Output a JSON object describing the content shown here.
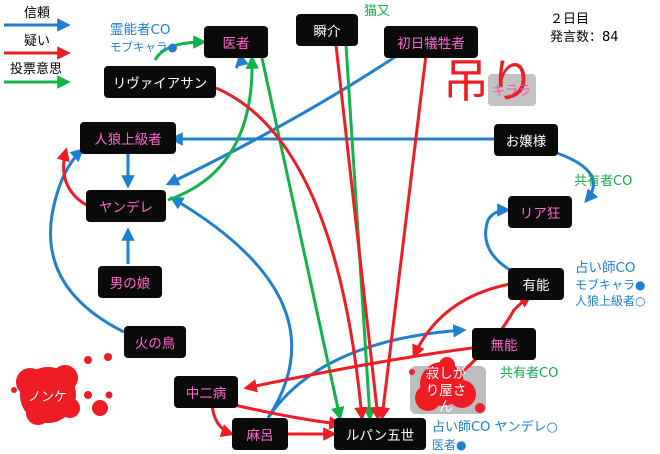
{
  "legend": [
    {
      "label": "信頼",
      "color": "#1f7fd0"
    },
    {
      "label": "疑い",
      "color": "#ee1c24"
    },
    {
      "label": "投票意思",
      "color": "#13b24a"
    }
  ],
  "status": {
    "day": "２日目",
    "speech_count": "発言数：84"
  },
  "hanged": {
    "label": "吊り",
    "overlay_name": "キララ"
  },
  "dead_badge": {
    "label": "ノンケ"
  },
  "nodes": {
    "ishi": "医者",
    "shunsuke": "瞬介",
    "shonichi": "初日犠牲者",
    "levi": "リヴァイアサン",
    "jinro": "人狼上級者",
    "ojousama": "お嬢様",
    "yandere": "ヤンデレ",
    "ria": "リア狂",
    "otokonoko": "男の娘",
    "yuno": "有能",
    "hinotori": "火の鳥",
    "muno": "無能",
    "chuni": "中二病",
    "sabishi": "寂しがり屋さん",
    "maro": "麻呂",
    "lupin": "ルパン五世"
  },
  "annotations": {
    "reinou": [
      "霊能者CO",
      "モブキャラ●"
    ],
    "nekomata": "猫又",
    "kyoyu_ria": "共有者CO",
    "uranai_yuno": [
      "占い師CO",
      "モブキャラ●",
      "人狼上級者○"
    ],
    "kyoyu_sabishi": "共有者CO",
    "uranai_lupin": [
      "占い師CO ヤンデレ○",
      "医者●"
    ]
  },
  "colors": {
    "trust": "#1f7fd0",
    "doubt": "#ee1c24",
    "vote": "#13b24a",
    "node_bg": "#0a0a0a",
    "node_text": "#ff66cc",
    "node_text_alt": "#ffffff"
  }
}
